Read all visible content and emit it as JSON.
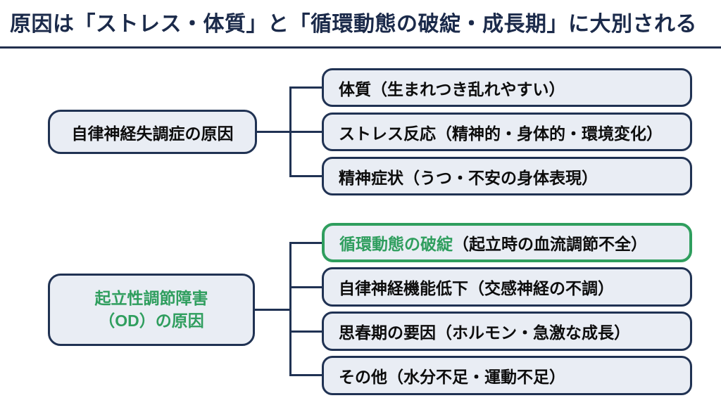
{
  "page": {
    "title": "原因は「ストレス・体質」と「循環動態の破綻・成長期」に大別される"
  },
  "colors": {
    "navy_border": "#203253",
    "title_navy": "#1b2a4a",
    "box_fill": "#e9edf4",
    "green_accent": "#2f9e5e",
    "text_black": "#0d0d0d"
  },
  "diagram1": {
    "root": {
      "label": "自律神経失調症の原因"
    },
    "children": [
      {
        "label": "体質（生まれつき乱れやすい）"
      },
      {
        "label": "ストレス反応（精神的・身体的・環境変化）"
      },
      {
        "label": "精神症状（うつ・不安の身体表現）"
      }
    ]
  },
  "diagram2": {
    "root": {
      "label_line1": "起立性調節障害",
      "label_line2": "（OD）の原因"
    },
    "children": [
      {
        "label_highlight": "循環動態の破綻",
        "label_rest": "（起立時の血流調節不全）",
        "highlighted": true
      },
      {
        "label": "自律神経機能低下（交感神経の不調）"
      },
      {
        "label": "思春期の要因（ホルモン・急激な成長）"
      },
      {
        "label": "その他（水分不足・運動不足）"
      }
    ]
  }
}
